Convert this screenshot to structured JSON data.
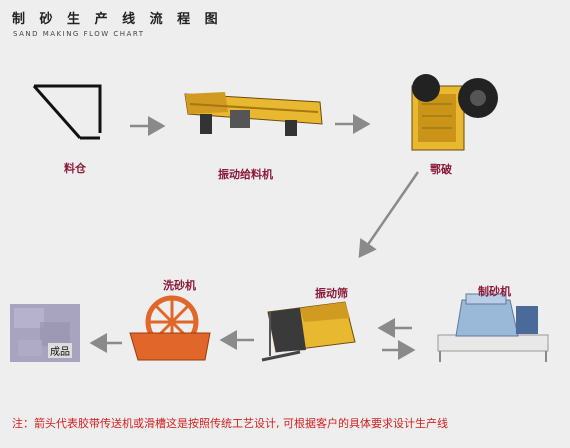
{
  "title": "制 砂 生 产 线 流 程 图",
  "subtitle": "SAND MAKING FLOW CHART",
  "nodes": {
    "hopper": "料仓",
    "feeder": "振动给料机",
    "jaw_crusher": "鄂破",
    "sand_maker": "制砂机",
    "screen": "振动筛",
    "washer": "洗砂机",
    "product": "成品"
  },
  "note": "注：箭头代表胶带传送机或滑槽这是按照传统工艺设计, 可根据客户的具体要求设计生产线",
  "colors": {
    "label": "#8b1a3a",
    "note": "#d21e1e",
    "arrow": "#8a8a8a",
    "machine_yellow": "#e8b830",
    "washer_orange": "#e0662a",
    "sand_maker_blue": "#9ab8d8"
  }
}
